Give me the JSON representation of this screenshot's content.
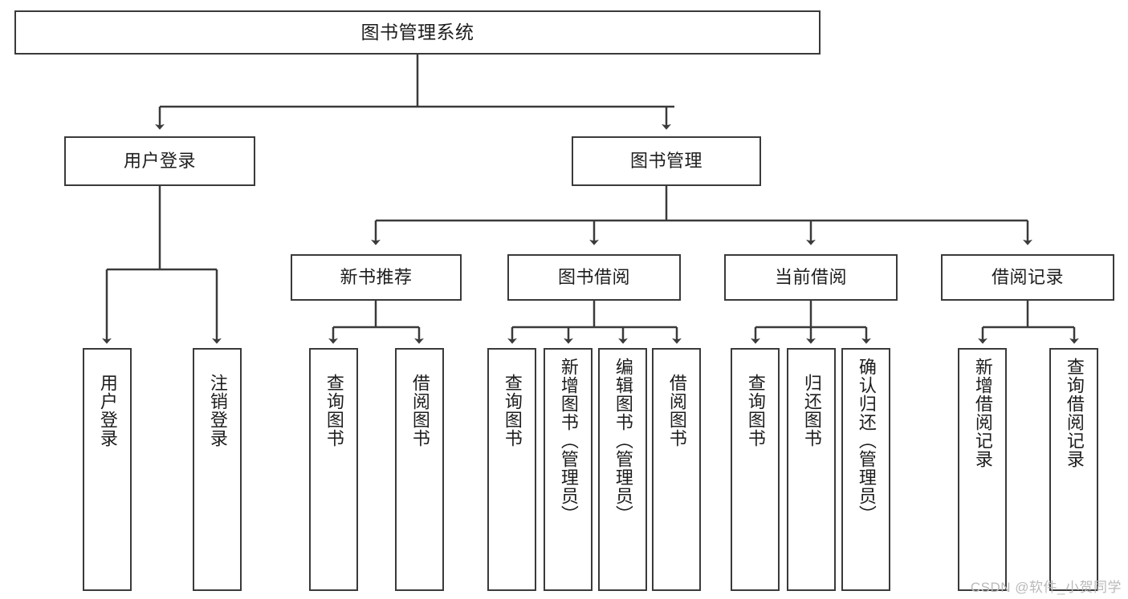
{
  "diagram": {
    "type": "tree-hierarchy-chart",
    "title": "图书管理系统",
    "root": {
      "id": "root",
      "label": "图书管理系统"
    },
    "level1": [
      {
        "id": "user-login",
        "label": "用户登录"
      },
      {
        "id": "book-manage",
        "label": "图书管理"
      }
    ],
    "level2": [
      {
        "id": "new-book-rec",
        "label": "新书推荐",
        "parent": "book-manage"
      },
      {
        "id": "book-borrow",
        "label": "图书借阅",
        "parent": "book-manage"
      },
      {
        "id": "current-borrow",
        "label": "当前借阅",
        "parent": "book-manage"
      },
      {
        "id": "borrow-record",
        "label": "借阅记录",
        "parent": "book-manage"
      }
    ],
    "leaves": {
      "user-login": [
        {
          "id": "leaf-user-login",
          "label": "用户登录"
        },
        {
          "id": "leaf-user-logout",
          "label": "注销登录"
        }
      ],
      "new-book-rec": [
        {
          "id": "leaf-query-book-1",
          "label": "查询图书"
        },
        {
          "id": "leaf-borrow-book-1",
          "label": "借阅图书"
        }
      ],
      "book-borrow": [
        {
          "id": "leaf-query-book-2",
          "label": "查询图书"
        },
        {
          "id": "leaf-add-book",
          "label": "新增图书（管理员）"
        },
        {
          "id": "leaf-edit-book",
          "label": "编辑图书（管理员）"
        },
        {
          "id": "leaf-borrow-book-2",
          "label": "借阅图书"
        }
      ],
      "current-borrow": [
        {
          "id": "leaf-query-book-3",
          "label": "查询图书"
        },
        {
          "id": "leaf-return-book",
          "label": "归还图书"
        },
        {
          "id": "leaf-confirm-return",
          "label": "确认归还（管理员）"
        }
      ],
      "borrow-record": [
        {
          "id": "leaf-add-record",
          "label": "新增借阅记录"
        },
        {
          "id": "leaf-query-record",
          "label": "查询借阅记录"
        }
      ]
    }
  },
  "watermark": {
    "text": "CSDN @软件_小贺同学"
  },
  "colors": {
    "stroke": "#3a3a3a",
    "fill": "#ffffff",
    "text": "#1d1d1d",
    "watermark": "#b9b9b9"
  }
}
